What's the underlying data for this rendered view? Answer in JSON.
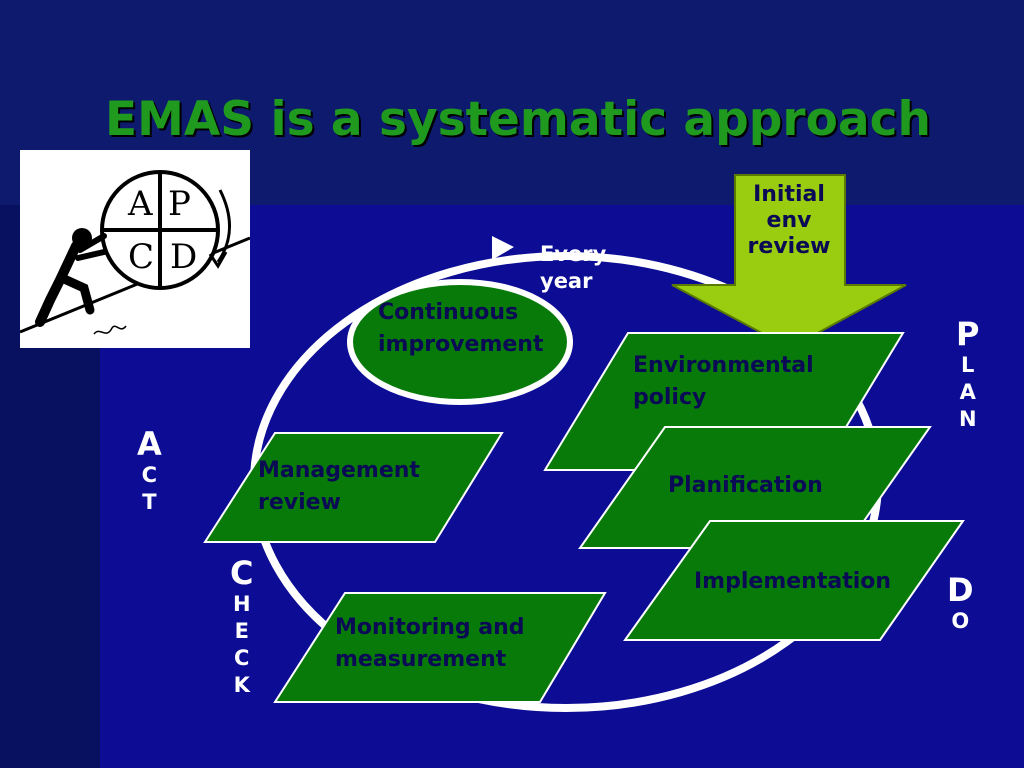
{
  "slide": {
    "title": "EMAS is a systematic approach",
    "initial_review": "Initial env review",
    "every_year": "Every year",
    "boxes": {
      "continuous": "Continuous improvement",
      "policy": "Environmental policy",
      "planification": "Planification",
      "implementation": "Implementation",
      "monitoring": "Monitoring and measurement",
      "management": "Management review"
    },
    "side_labels": {
      "plan": [
        "P",
        "L",
        "A",
        "N"
      ],
      "do": [
        "D",
        "O"
      ],
      "check": [
        "C",
        "H",
        "E",
        "C",
        "K"
      ],
      "act": [
        "A",
        "C",
        "T"
      ]
    },
    "pdca_image": {
      "letters": [
        "A",
        "P",
        "C",
        "D"
      ]
    }
  },
  "colors": {
    "background": "#0c0c94",
    "title": "#1f9a1f",
    "box_fill": "#087a0a",
    "arrow_fill": "#9acc10",
    "text_dark": "#0a0a55"
  }
}
